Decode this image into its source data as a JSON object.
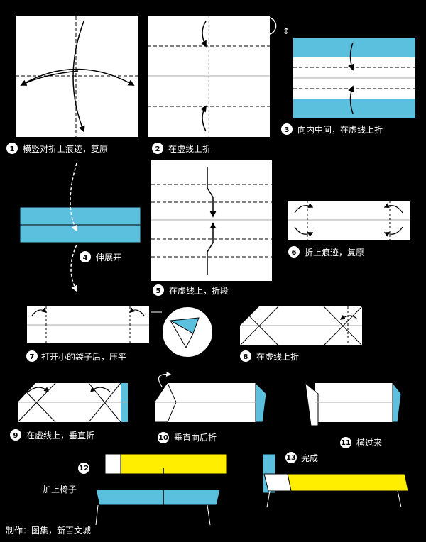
{
  "steps": [
    {
      "number": "1",
      "text": "横竖对折上痕迹，复原"
    },
    {
      "number": "2",
      "text": "在虚线上折"
    },
    {
      "number": "3",
      "text": "向内中间，在虚线上折"
    },
    {
      "number": "4",
      "text": "伸展开"
    },
    {
      "number": "5",
      "text": "在虚线上，折段"
    },
    {
      "number": "6",
      "text": "折上痕迹，复原"
    },
    {
      "number": "7",
      "text": "打开小的袋子后，压平"
    },
    {
      "number": "8",
      "text": "在虚线上折"
    },
    {
      "number": "9",
      "text": "在虚线上，垂直折"
    },
    {
      "number": "10",
      "text": "垂直向后折"
    },
    {
      "number": "11",
      "text": "横过来"
    },
    {
      "number": "12",
      "text": "加上椅子"
    },
    {
      "number": "13",
      "text": "完成"
    }
  ],
  "credit": "制作：图集，新百文城",
  "colors": {
    "background": "#000000",
    "paper": "#ffffff",
    "blue": "#5bc0de",
    "yellow": "#ffee00"
  }
}
